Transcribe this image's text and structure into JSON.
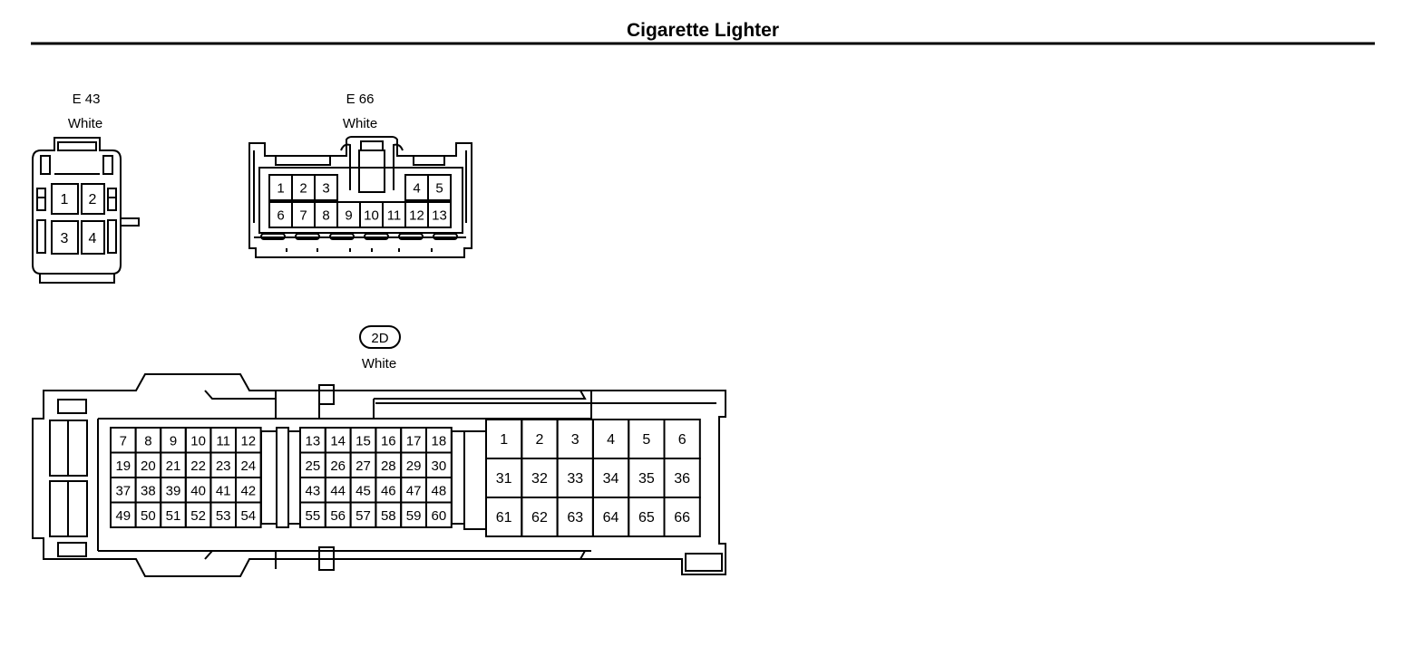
{
  "title": "Cigarette Lighter",
  "connectors": [
    {
      "id": "E 43",
      "color": "White",
      "pins": [
        "1",
        "2",
        "3",
        "4"
      ]
    },
    {
      "id": "E 66",
      "color": "White",
      "rows": [
        [
          "1",
          "2",
          "3",
          "4",
          "5"
        ],
        [
          "6",
          "7",
          "8",
          "9",
          "10",
          "11",
          "12",
          "13"
        ]
      ]
    },
    {
      "id": "2D",
      "color": "White",
      "blockA": [
        [
          "7",
          "8",
          "9",
          "10",
          "11",
          "12"
        ],
        [
          "19",
          "20",
          "21",
          "22",
          "23",
          "24"
        ],
        [
          "37",
          "38",
          "39",
          "40",
          "41",
          "42"
        ],
        [
          "49",
          "50",
          "51",
          "52",
          "53",
          "54"
        ]
      ],
      "blockB": [
        [
          "13",
          "14",
          "15",
          "16",
          "17",
          "18"
        ],
        [
          "25",
          "26",
          "27",
          "28",
          "29",
          "30"
        ],
        [
          "43",
          "44",
          "45",
          "46",
          "47",
          "48"
        ],
        [
          "55",
          "56",
          "57",
          "58",
          "59",
          "60"
        ]
      ],
      "blockC": [
        [
          "1",
          "2",
          "3",
          "4",
          "5",
          "6"
        ],
        [
          "31",
          "32",
          "33",
          "34",
          "35",
          "36"
        ],
        [
          "61",
          "62",
          "63",
          "64",
          "65",
          "66"
        ]
      ]
    }
  ]
}
